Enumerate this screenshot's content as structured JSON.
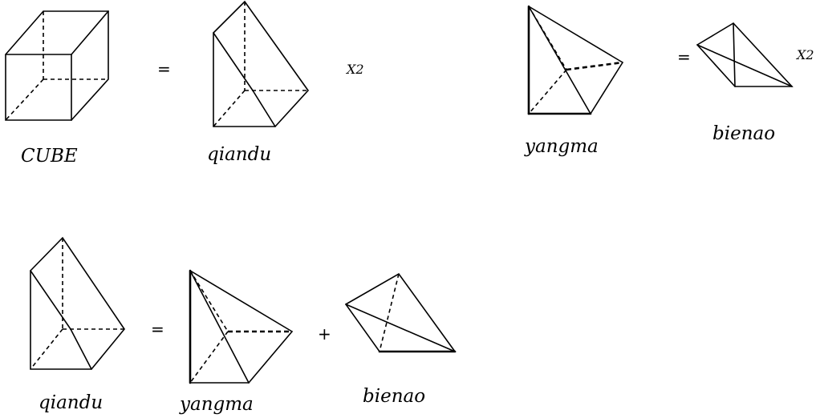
{
  "labels": {
    "cube": "CUBE",
    "qiandu_top": "qiandu",
    "yangma_top": "yangma",
    "bienao_top": "bienao",
    "qiandu_bottom": "qiandu",
    "yangma_bottom": "yangma",
    "bienao_bottom": "bienao"
  },
  "operators": {
    "eq1": "=",
    "eq2": "=",
    "eq3": "=",
    "plus": "+"
  },
  "multipliers": {
    "qiandu_times": "X2",
    "bienao_times": "X2"
  }
}
